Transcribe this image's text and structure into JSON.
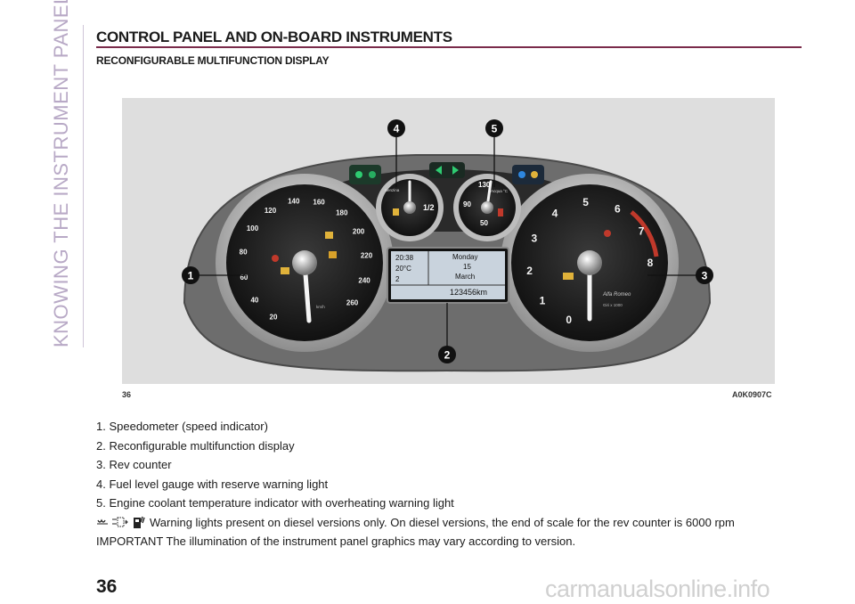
{
  "side_tab": "KNOWING THE INSTRUMENT PANEL",
  "header": {
    "title": "CONTROL PANEL AND ON-BOARD INSTRUMENTS",
    "subtitle": "RECONFIGURABLE MULTIFUNCTION DISPLAY"
  },
  "figure": {
    "caption_left": "36",
    "caption_right": "A0K0907C",
    "callouts": [
      "1",
      "2",
      "3",
      "4",
      "5"
    ],
    "speedo_ticks": [
      "20",
      "40",
      "60",
      "80",
      "100",
      "120",
      "140",
      "160",
      "180",
      "200",
      "220",
      "240",
      "260"
    ],
    "rev_ticks": [
      "0",
      "1",
      "2",
      "3",
      "4",
      "5",
      "6",
      "7",
      "8"
    ],
    "fuel_labels": [
      "1/2",
      "Benzina"
    ],
    "temp_labels": [
      "130",
      "90",
      "50",
      "Acqua °C"
    ],
    "display": {
      "time": "20:38",
      "temp": "20°C",
      "gear": "2",
      "day": "Monday",
      "date": "15",
      "month": "March",
      "odometer": "123456km"
    },
    "brand_script": "Alfa Romeo",
    "rpm_unit": "Giri x 1000",
    "speed_unit": "km/h"
  },
  "list_items": [
    "1. Speedometer (speed indicator)",
    "2. Reconfigurable multifunction display",
    "3. Rev counter",
    "4. Fuel level gauge with reserve warning light",
    "5. Engine coolant temperature indicator with overheating warning light"
  ],
  "warning_note": "Warning lights present on diesel versions only. On diesel versions, the end of scale for the rev counter is 6000 rpm",
  "important": "IMPORTANT The illumination of the instrument panel graphics may vary according to version.",
  "page_number": "36",
  "watermark": "carmanualsonline.info"
}
